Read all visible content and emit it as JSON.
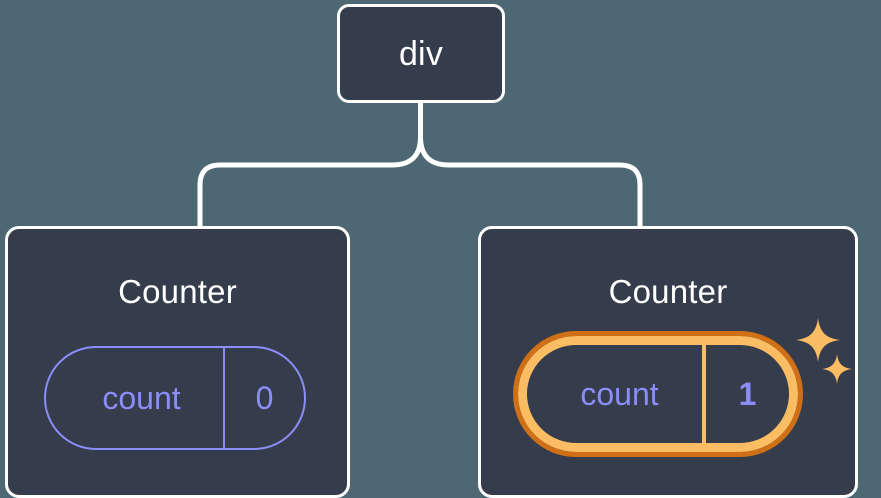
{
  "diagram": {
    "type": "component-tree",
    "background_color": "#4d6872",
    "node_fill_color": "#353c4b",
    "node_border_color": "#ffffff",
    "connector_color": "#ffffff",
    "state_color": "#8b8ef8",
    "highlight_color": "#fbbd63",
    "highlight_shadow_color": "#cf6f16",
    "root": {
      "label": "div"
    },
    "children": [
      {
        "label": "Counter",
        "state": {
          "key": "count",
          "value": "0"
        },
        "highlighted": false
      },
      {
        "label": "Counter",
        "state": {
          "key": "count",
          "value": "1"
        },
        "highlighted": true,
        "sparkle_icons": [
          "sparkle-large",
          "sparkle-small"
        ]
      }
    ]
  }
}
